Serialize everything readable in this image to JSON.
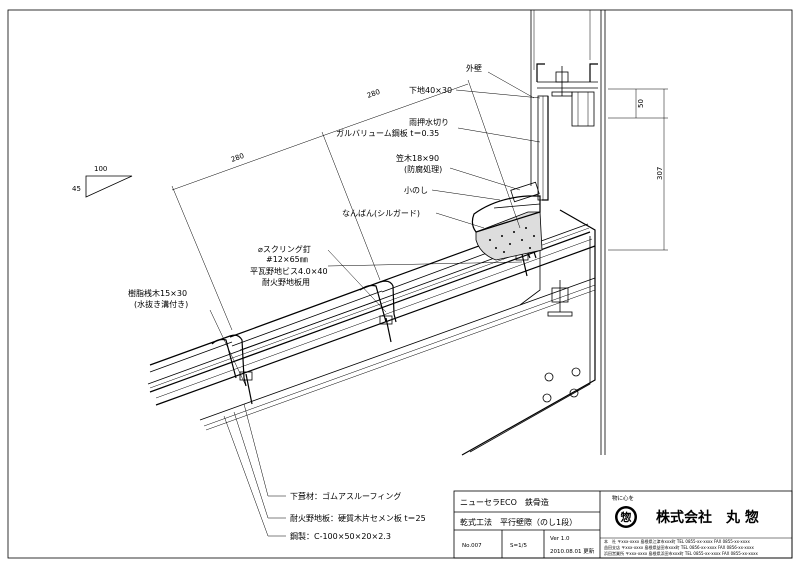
{
  "labels": {
    "outer_wall": "外壁",
    "base": "下地40×30",
    "flashing_1": "雨押水切り",
    "flashing_2": "ガルバリューム鋼板 t＝0.35",
    "kasagi_1": "笠木18×90",
    "kasagi_2": "(防腐処理)",
    "konoshi": "小のし",
    "nanban": "なんばん(シルガード)",
    "screw_nail_1": "⌀スクリング釘",
    "screw_nail_2": "#12×65㎜",
    "tile_screw_1": "平瓦野地ビス4.0×40",
    "tile_screw_2": "耐火野地板用",
    "batten_1": "樹脂桟木15×30",
    "batten_2": "(水抜き溝付き)",
    "underlay": "下葺材：ゴムアスルーフィング",
    "fireproof_board": "耐火野地板：硬質木片セメン板 t＝25",
    "steel": "鋼製：C-100×50×20×2.3"
  },
  "dimensions": {
    "slope_run": "100",
    "slope_rise": "45",
    "tile_len_1": "280",
    "tile_len_2": "280",
    "v_50": "50",
    "v_307": "307"
  },
  "title_block": {
    "product": "ニューセラECO　鉄骨造",
    "drawing_title": "乾式工法　平行壁際（のし1段）",
    "number": "No.007",
    "scale": "S=1/5",
    "version": "Ver 1.0",
    "date": "2010.08.01 更新",
    "company": "株式会社　丸 惣",
    "motto": "物に心を",
    "logo_char": "惣",
    "address_lines": [
      "本　社 〒xxx-xxxx 島根県江津市xxx町 TEL 0855-xx-xxxx FAX 0855-xx-xxxx",
      "益田支店 〒xxx-xxxx 島根県益田市xxx町 TEL 0856-xx-xxxx FAX 0856-xx-xxxx",
      "浜田営業所 〒xxx-xxxx 島根県浜田市xxx町 TEL 0855-xx-xxxx FAX 0855-xx-xxxx"
    ]
  }
}
